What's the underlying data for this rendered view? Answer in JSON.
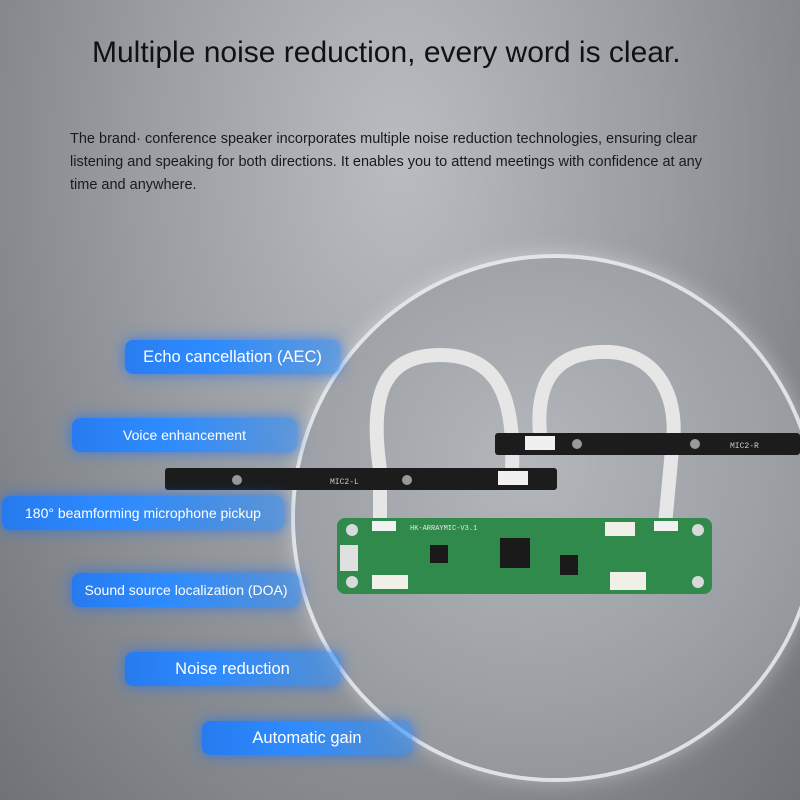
{
  "headline": "Multiple noise reduction, every word is clear.",
  "description": "The brand·         conference speaker incorporates multiple noise reduction technologies, ensuring clear listening and speaking for both directions. It enables you to attend meetings with confidence at any time and anywhere.",
  "features": [
    "Echo cancellation (AEC)",
    "Voice enhancement",
    "180° beamforming microphone pickup",
    "Sound source localization (DOA)",
    "Noise reduction",
    "Automatic gain"
  ],
  "board": {
    "main_label": "HK-ARRAYMIC-V3.1",
    "mic_left_label": "MIC2-L",
    "mic_right_label": "MIC2-R"
  },
  "colors": {
    "accent": "#2d8bff",
    "pcb_green": "#2f8a4c",
    "mic_bar": "#1c1c1c"
  }
}
